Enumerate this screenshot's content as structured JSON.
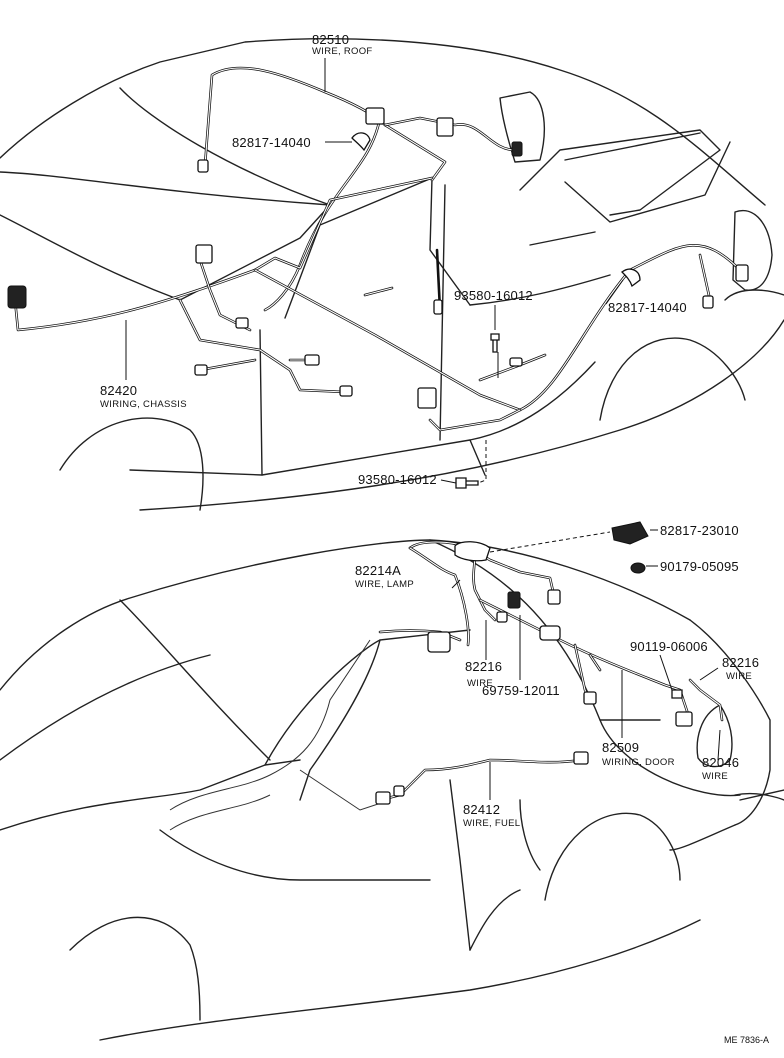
{
  "top": {
    "callouts": [
      {
        "id": "roof",
        "pn": "82510",
        "desc": "WIRE, ROOF"
      },
      {
        "id": "clamp-top-left",
        "pn": "82817-14040",
        "desc": ""
      },
      {
        "id": "bolt-upper",
        "pn": "93580-16012",
        "desc": ""
      },
      {
        "id": "clamp-top-right",
        "pn": "82817-14040",
        "desc": ""
      },
      {
        "id": "chassis",
        "pn": "82420",
        "desc": "WIRING, CHASSIS"
      },
      {
        "id": "bolt-lower",
        "pn": "93580-16012",
        "desc": ""
      }
    ]
  },
  "bottom": {
    "callouts": [
      {
        "id": "clamp-rear",
        "pn": "82817-23010",
        "desc": ""
      },
      {
        "id": "grommet",
        "pn": "90179-05095",
        "desc": ""
      },
      {
        "id": "lamp",
        "pn": "82214A",
        "desc": "WIRE, LAMP"
      },
      {
        "id": "screw",
        "pn": "90119-06006",
        "desc": ""
      },
      {
        "id": "wire-left",
        "pn": "82216",
        "desc": "WIRE"
      },
      {
        "id": "wire-right",
        "pn": "82216",
        "desc": "WIRE"
      },
      {
        "id": "clip",
        "pn": "69759-12011",
        "desc": ""
      },
      {
        "id": "door",
        "pn": "82509",
        "desc": "WIRING, DOOR"
      },
      {
        "id": "wire-82046",
        "pn": "82046",
        "desc": "WIRE"
      },
      {
        "id": "fuel",
        "pn": "82412",
        "desc": "WIRE, FUEL"
      }
    ]
  },
  "footer": {
    "code": "ME 7836-A"
  }
}
